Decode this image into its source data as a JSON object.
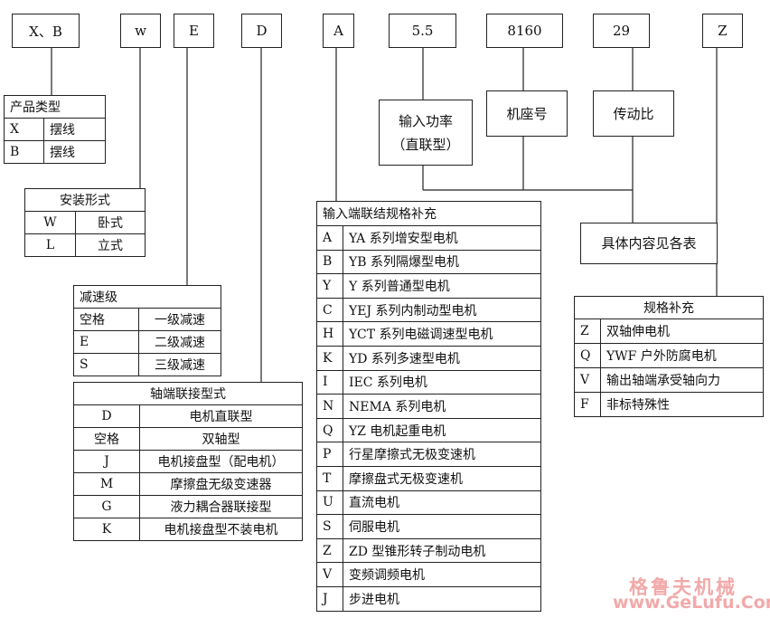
{
  "codes": {
    "xb": "X、B",
    "w": "w",
    "e": "E",
    "d": "D",
    "a": "A",
    "power": "5.5",
    "frame": "8160",
    "ratio": "29",
    "z": "Z"
  },
  "boxes": {
    "input_power_line1": "输入功率",
    "input_power_line2": "（直联型）",
    "frame_no": "机座号",
    "ratio": "传动比",
    "see_table": "具体内容见各表"
  },
  "product_type": {
    "title": "产品类型",
    "rows": [
      [
        "X",
        "摆线"
      ],
      [
        "B",
        "摆线"
      ]
    ]
  },
  "mount_type": {
    "title": "安装形式",
    "rows": [
      [
        "W",
        "卧式"
      ],
      [
        "L",
        "立式"
      ]
    ]
  },
  "reduction_stage": {
    "title": "减速级",
    "rows": [
      [
        "空格",
        "一级减速"
      ],
      [
        "E",
        "二级减速"
      ],
      [
        "S",
        "三级减速"
      ]
    ]
  },
  "shaft_connection": {
    "title": "轴端联接型式",
    "rows": [
      [
        "D",
        "电机直联型"
      ],
      [
        "空格",
        "双轴型"
      ],
      [
        "J",
        "电机接盘型（配电机）"
      ],
      [
        "M",
        "摩擦盘无级变速器"
      ],
      [
        "G",
        "液力耦合器联接型"
      ],
      [
        "K",
        "电机接盘型不装电机"
      ]
    ]
  },
  "input_spec": {
    "title": "输入端联结规格补充",
    "rows": [
      [
        "A",
        "YA 系列增安型电机"
      ],
      [
        "B",
        "YB 系列隔爆型电机"
      ],
      [
        "Y",
        "Y 系列普通型电机"
      ],
      [
        "C",
        "YEJ 系列内制动型电机"
      ],
      [
        "H",
        "YCT 系列电磁调速型电机"
      ],
      [
        "K",
        "YD 系列多速型电机"
      ],
      [
        "I",
        "IEC 系列电机"
      ],
      [
        "N",
        "NEMA 系列电机"
      ],
      [
        "Q",
        "YZ 电机起重电机"
      ],
      [
        "P",
        "行星摩擦式无极变速机"
      ],
      [
        "T",
        "摩擦盘式无极变速机"
      ],
      [
        "U",
        "直流电机"
      ],
      [
        "S",
        "伺服电机"
      ],
      [
        "Z",
        "ZD 型锥形转子制动电机"
      ],
      [
        "V",
        "变频调频电机"
      ],
      [
        "J",
        "步进电机"
      ]
    ]
  },
  "spec_supplement": {
    "title": "规格补充",
    "rows": [
      [
        "Z",
        "双轴伸电机"
      ],
      [
        "Q",
        "YWF 户外防腐电机"
      ],
      [
        "V",
        "输出轴端承受轴向力"
      ],
      [
        "F",
        "非标特殊性"
      ]
    ]
  },
  "watermark": {
    "cn": "格鲁夫机械",
    "url": "www.GeLufu.Com"
  }
}
